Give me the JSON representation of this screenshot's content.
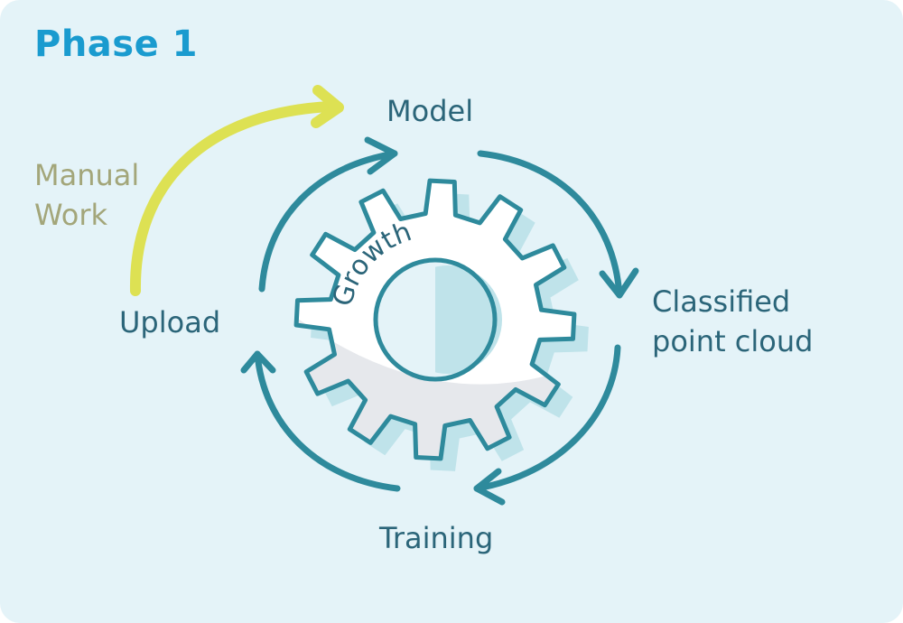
{
  "title": "Phase 1",
  "labels": {
    "model": "Model",
    "classified_line1": "Classified",
    "classified_line2": "point cloud",
    "training": "Training",
    "upload": "Upload",
    "manual_line1": "Manual",
    "manual_line2": "Work",
    "gear_text": "Growth"
  },
  "colors": {
    "background": "#e4f3f8",
    "title": "#1a9bcf",
    "text": "#2b6579",
    "cycle_arrows": "#2e8a9c",
    "manual_arrow": "#dde153",
    "manual_text": "#a3a67a",
    "gear_outline": "#2e8a9c",
    "gear_fill": "#ffffff",
    "gear_shade": "#e6e8ec",
    "gear_shadow": "#bfe3ea"
  },
  "icons": [
    "gear-icon",
    "cycle-arrow",
    "manual-arrow"
  ]
}
